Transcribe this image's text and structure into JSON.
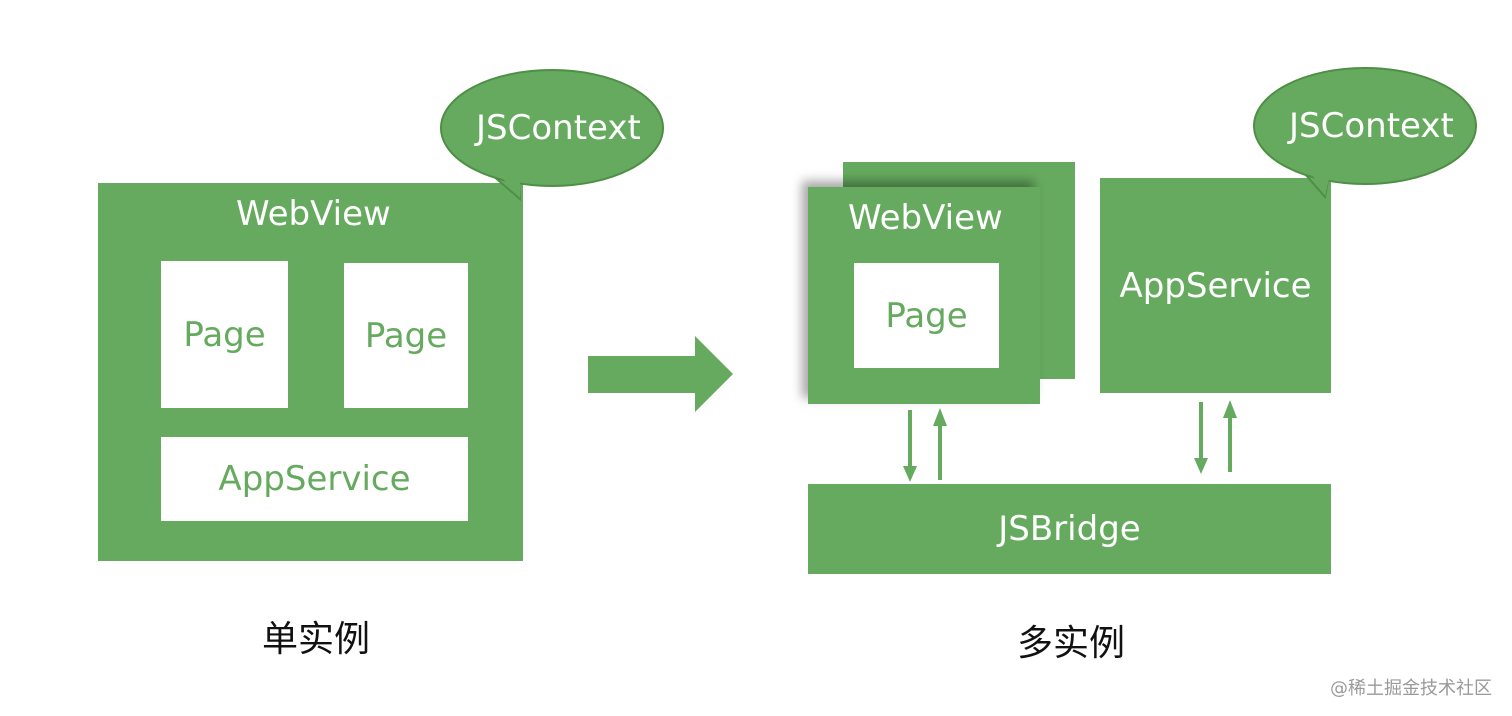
{
  "colors": {
    "green": "#66aa5f",
    "bubble_stroke": "#4e8f45"
  },
  "single": {
    "bubble_label": "JSContext",
    "webview_label": "WebView",
    "page1_label": "Page",
    "page2_label": "Page",
    "appservice_label": "AppService",
    "caption": "单实例"
  },
  "multi": {
    "bubble_label": "JSContext",
    "webview_label": "WebView",
    "page_label": "Page",
    "appservice_label": "AppService",
    "jsbridge_label": "JSBridge",
    "caption": "多实例"
  },
  "watermark": "@稀土掘金技术社区"
}
